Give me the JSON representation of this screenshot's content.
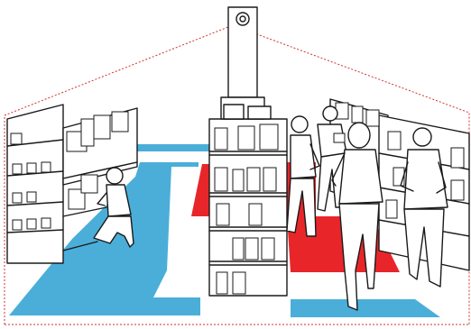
{
  "colors": {
    "blue_zone": "#4aaed9",
    "red_zone": "#e8262a",
    "coverage_outline": "#d0322f",
    "line": "#1a1a1a",
    "background": "#ffffff"
  },
  "icons": {
    "camera": "ceiling-camera-icon"
  },
  "scene": {
    "zones": [
      "blue-floor-zone-left",
      "blue-floor-zone-right",
      "red-floor-zone-center",
      "red-floor-zone-right"
    ],
    "people": [
      "kneeling-child",
      "man-holding-item",
      "man-reading",
      "woman-walking",
      "man-standing-right"
    ]
  }
}
